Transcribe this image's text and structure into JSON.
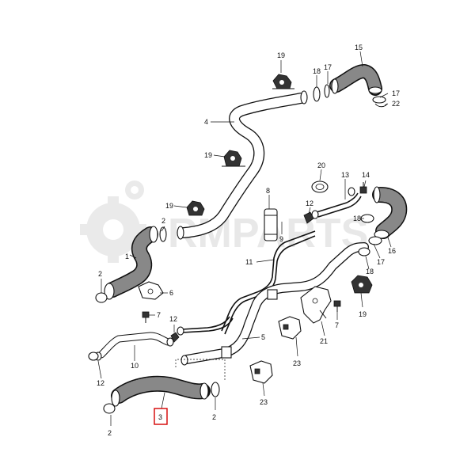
{
  "watermark": {
    "text": "RMPARTS",
    "color": "#d0d0d0"
  },
  "callouts": {
    "c15": "15",
    "c19a": "19",
    "c18a": "18",
    "c17a": "17",
    "c17b": "17",
    "c22": "22",
    "c4": "4",
    "c19b": "19",
    "c20": "20",
    "c13": "13",
    "c14": "14",
    "c19c": "19",
    "c8": "8",
    "c12a": "12",
    "c9": "9",
    "c18b": "18",
    "c2a": "2",
    "c1": "1",
    "c11": "11",
    "c17c": "17",
    "c16": "16",
    "c18c": "18",
    "c2b": "2",
    "c6": "6",
    "c7a": "7",
    "c12b": "12",
    "c19d": "19",
    "c7b": "7",
    "c5": "5",
    "c21": "21",
    "c10": "10",
    "c23a": "23",
    "c12c": "12",
    "c2c": "2",
    "c23b": "23",
    "c3": "3",
    "c2d": "2"
  },
  "highlight": {
    "part": "3",
    "color": "#d40000"
  }
}
